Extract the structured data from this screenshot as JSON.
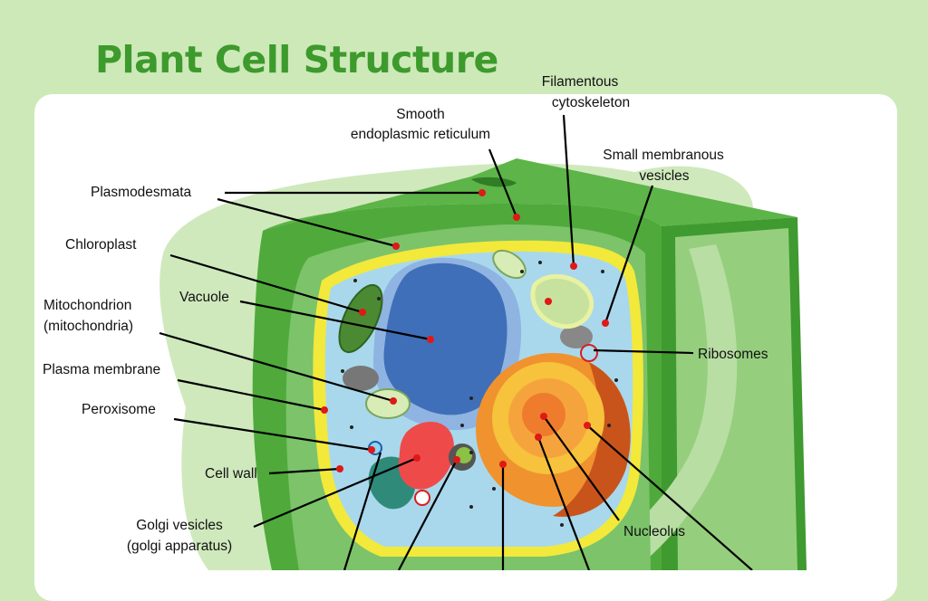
{
  "title": "Plant Cell Structure",
  "colors": {
    "title": "#3d9a2c",
    "background": "#cde9b8",
    "panel": "#ffffff",
    "cell_wall_outer": "#4faa3b",
    "cell_wall_inner": "#7cc36a",
    "plasma_membrane": "#f2e93a",
    "cytoplasm": "#a9d8ec",
    "vacuole": "#3f6fb8",
    "nucleus": "#f4a23a",
    "pointer_dot": "#e01818",
    "leader_line": "#000000"
  },
  "labels": {
    "smooth_er_line1": "Smooth",
    "smooth_er_line2": "endoplasmic reticulum",
    "cytoskeleton_line1": "Filamentous",
    "cytoskeleton_line2": "cytoskeleton",
    "vesicles_line1": "Small membranous",
    "vesicles_line2": "vesicles",
    "plasmodesmata": "Plasmodesmata",
    "chloroplast": "Chloroplast",
    "vacuole": "Vacuole",
    "mitochondrion_line1": "Mitochondrion",
    "mitochondrion_line2": "(mitochondria)",
    "plasma_membrane": "Plasma membrane",
    "peroxisome": "Peroxisome",
    "cell_wall": "Cell wall",
    "golgi_line1": "Golgi vesicles",
    "golgi_line2": "(golgi apparatus)",
    "ribosomes": "Ribosomes",
    "nucleolus": "Nucleolus"
  }
}
